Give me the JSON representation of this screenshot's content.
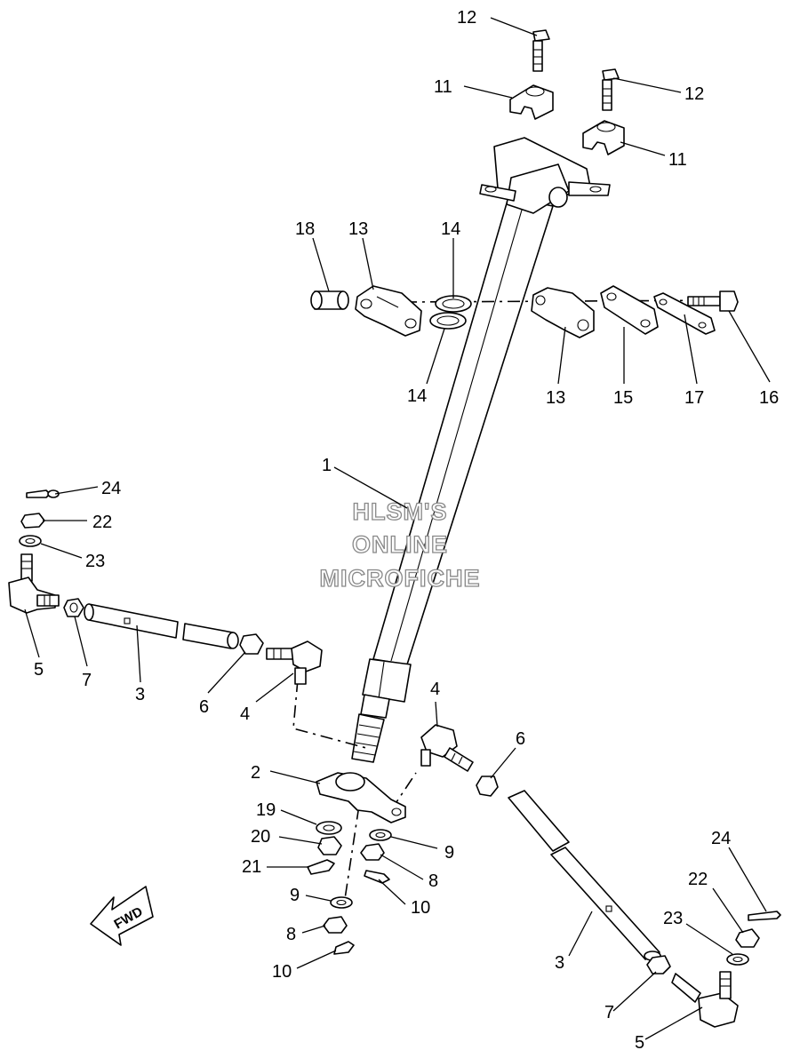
{
  "watermark": [
    "HLSM'S",
    "ONLINE",
    "MICROFICHE"
  ],
  "direction_arrow": "FWD",
  "callouts": [
    {
      "part": "12",
      "text": "12"
    },
    {
      "part": "11",
      "text": "11"
    },
    {
      "part": "12",
      "text": "12"
    },
    {
      "part": "11",
      "text": "11"
    },
    {
      "part": "18",
      "text": "18"
    },
    {
      "part": "13",
      "text": "13"
    },
    {
      "part": "14",
      "text": "14"
    },
    {
      "part": "14",
      "text": "14"
    },
    {
      "part": "13",
      "text": "13"
    },
    {
      "part": "15",
      "text": "15"
    },
    {
      "part": "17",
      "text": "17"
    },
    {
      "part": "16",
      "text": "16"
    },
    {
      "part": "1",
      "text": "1"
    },
    {
      "part": "24",
      "text": "24"
    },
    {
      "part": "22",
      "text": "22"
    },
    {
      "part": "23",
      "text": "23"
    },
    {
      "part": "5",
      "text": "5"
    },
    {
      "part": "7",
      "text": "7"
    },
    {
      "part": "3",
      "text": "3"
    },
    {
      "part": "6",
      "text": "6"
    },
    {
      "part": "4",
      "text": "4"
    },
    {
      "part": "4",
      "text": "4"
    },
    {
      "part": "6",
      "text": "6"
    },
    {
      "part": "2",
      "text": "2"
    },
    {
      "part": "19",
      "text": "19"
    },
    {
      "part": "9",
      "text": "9"
    },
    {
      "part": "20",
      "text": "20"
    },
    {
      "part": "8",
      "text": "8"
    },
    {
      "part": "21",
      "text": "21"
    },
    {
      "part": "10",
      "text": "10"
    },
    {
      "part": "9",
      "text": "9"
    },
    {
      "part": "8",
      "text": "8"
    },
    {
      "part": "10",
      "text": "10"
    },
    {
      "part": "24",
      "text": "24"
    },
    {
      "part": "22",
      "text": "22"
    },
    {
      "part": "23",
      "text": "23"
    },
    {
      "part": "3",
      "text": "3"
    },
    {
      "part": "7",
      "text": "7"
    },
    {
      "part": "5",
      "text": "5"
    }
  ]
}
